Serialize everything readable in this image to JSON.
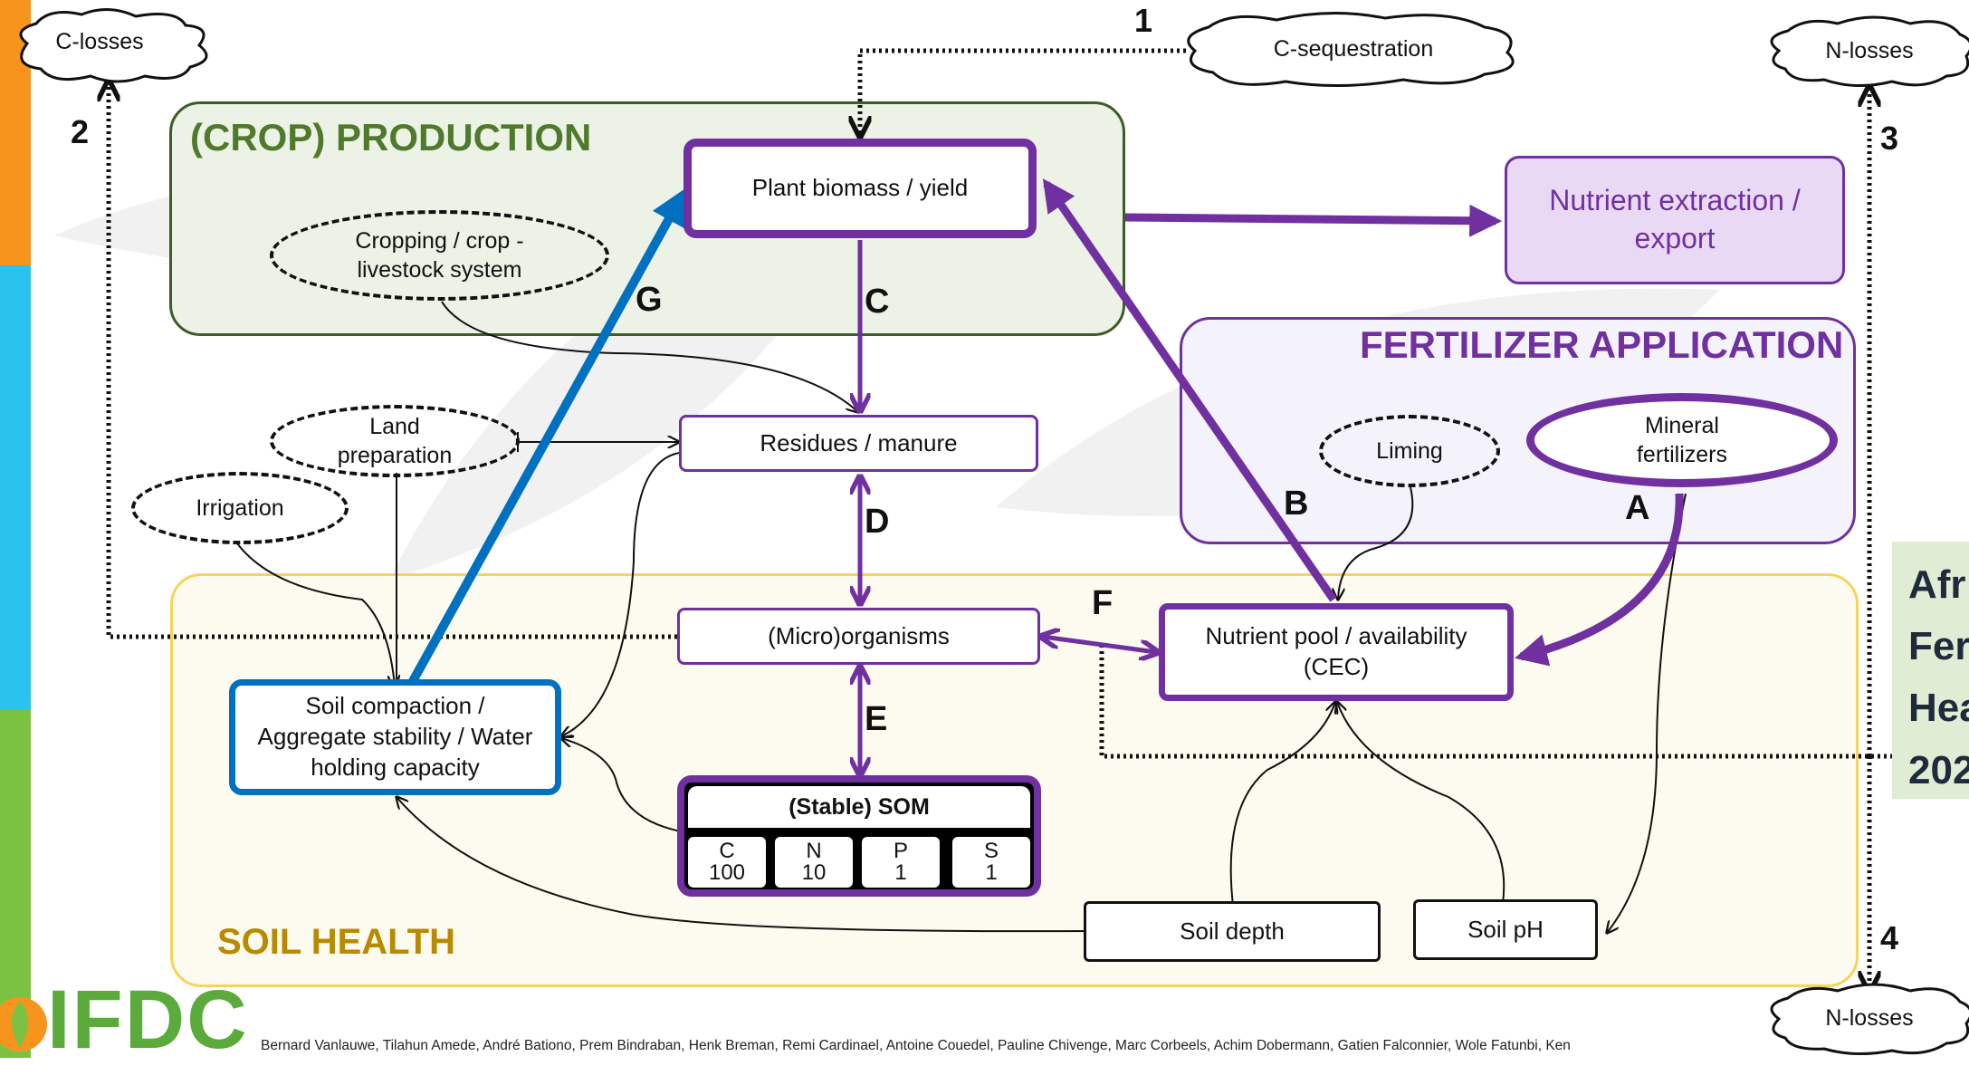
{
  "regions": {
    "production": "(CROP) PRODUCTION",
    "fertilizer": "FERTILIZER APPLICATION",
    "soil_health": "SOIL HEALTH"
  },
  "nodes": {
    "plant_biomass": "Plant biomass / yield",
    "nutrient_extraction": "Nutrient extraction / export",
    "residues": "Residues / manure",
    "microorganisms": "(Micro)organisms",
    "nutrient_pool": "Nutrient pool / availability (CEC)",
    "soil_compaction": "Soil compaction / Aggregate stability / Water holding capacity",
    "soil_depth": "Soil depth",
    "soil_ph": "Soil pH"
  },
  "ellipses": {
    "cropping": "Cropping / crop - livestock system",
    "land_prep": "Land preparation",
    "irrigation": "Irrigation",
    "liming": "Liming",
    "mineral": "Mineral fertilizers"
  },
  "clouds": {
    "c_losses": "C-losses",
    "c_sequestration": "C-sequestration",
    "n_losses_top": "N-losses",
    "n_losses_bottom": "N-losses"
  },
  "som": {
    "title": "(Stable) SOM",
    "cells": [
      {
        "el": "C",
        "val": "100"
      },
      {
        "el": "N",
        "val": "10"
      },
      {
        "el": "P",
        "val": "1"
      },
      {
        "el": "S",
        "val": "1"
      }
    ]
  },
  "arrow_letters": [
    "A",
    "B",
    "C",
    "D",
    "E",
    "F",
    "G"
  ],
  "flow_numbers": [
    "1",
    "2",
    "3",
    "4"
  ],
  "side_text": [
    "Afr",
    "Fer",
    "Hea",
    "202"
  ],
  "logo": "IFDC",
  "footer": "Bernard Vanlauwe, Tilahun Amede, André Bationo, Prem Bindraban, Henk Breman, Remi Cardinael, Antoine Couedel, Pauline Chivenge, Marc Corbeels, Achim Dobermann, Gatien Falconnier, Wole Fatunbi, Ken",
  "colors": {
    "purple": "#7030a0",
    "blue": "#0070c0",
    "production_fill": "#ecf2e6",
    "production_border": "#3b5e24",
    "production_title": "#4f7a2c",
    "fertilizer_fill": "#f4f3fb",
    "soil_fill": "#fdfbf0",
    "soil_border": "#f6d35c",
    "soil_title": "#b88a00",
    "export_fill": "#ead9f4"
  }
}
